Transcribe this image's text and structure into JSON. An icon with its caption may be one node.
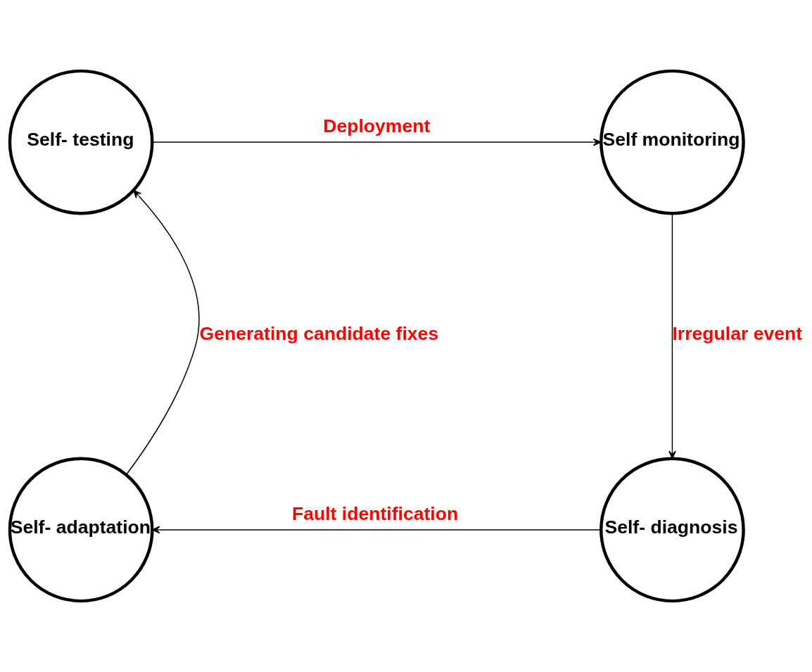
{
  "diagram": {
    "nodes": [
      {
        "text": [
          "Self- testing"
        ]
      },
      {
        "text": [
          "Self monitoring"
        ]
      },
      {
        "text": [
          "Self- adaptation"
        ]
      },
      {
        "text": [
          "Self- diagnosis"
        ]
      }
    ],
    "edges": [
      {
        "from": 0,
        "to": 1,
        "arrow": "to",
        "label": "Deployment"
      },
      {
        "from": 1,
        "to": 3,
        "arrow": "to",
        "label": "Irregular event"
      },
      {
        "from": 3,
        "to": 2,
        "arrow": "to",
        "label": "Fault identification"
      },
      {
        "from": 2,
        "to": 0,
        "arrow": "to",
        "label": "Generating candidate fixes"
      }
    ]
  }
}
